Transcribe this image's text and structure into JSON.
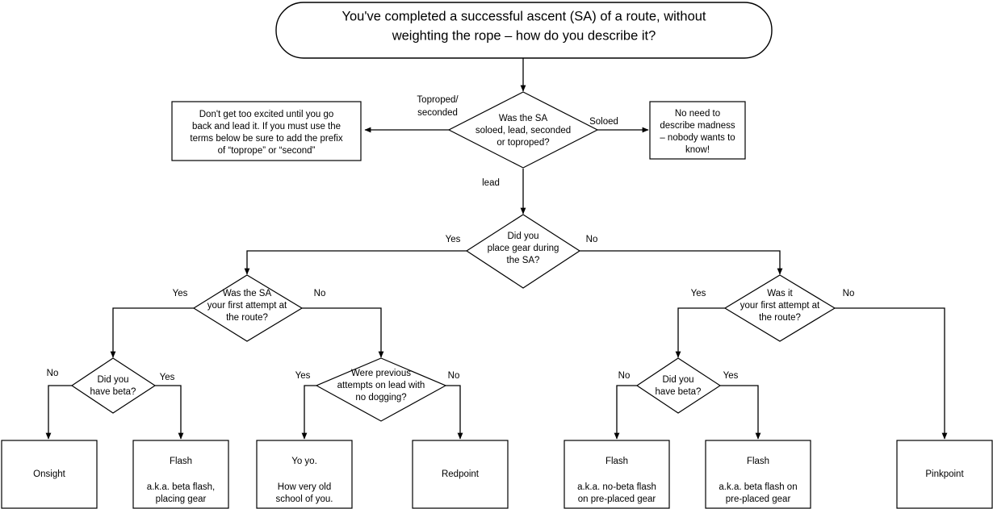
{
  "diagram": {
    "type": "flowchart",
    "title_node": {
      "id": "start",
      "shape": "rounded-rectangle",
      "lines": [
        "You've completed a successful ascent (SA) of a route, without",
        "weighting the rope – how do you describe it?"
      ]
    },
    "decisions": [
      {
        "id": "decision-ascent-style",
        "shape": "diamond",
        "lines": [
          "Was the SA",
          "soloed, lead, seconded",
          "or toproped?"
        ]
      },
      {
        "id": "decision-placed-gear",
        "shape": "diamond",
        "lines": [
          "Did you",
          "place gear during",
          "the SA?"
        ]
      },
      {
        "id": "decision-first-attempt-trad",
        "shape": "diamond",
        "lines": [
          "Was the SA",
          "your first attempt at",
          "the route?"
        ]
      },
      {
        "id": "decision-first-attempt-sport",
        "shape": "diamond",
        "lines": [
          "Was it",
          "your first attempt at",
          "the route?"
        ]
      },
      {
        "id": "decision-beta-trad",
        "shape": "diamond",
        "lines": [
          "Did you",
          "have beta?"
        ]
      },
      {
        "id": "decision-previous-attempts",
        "shape": "diamond",
        "lines": [
          "Were previous",
          "attempts on lead with",
          "no dogging?"
        ]
      },
      {
        "id": "decision-beta-sport",
        "shape": "diamond",
        "lines": [
          "Did you",
          "have beta?"
        ]
      }
    ],
    "boxes": [
      {
        "id": "box-toproped-advice",
        "shape": "rectangle",
        "lines": [
          "Don't get too excited until you go",
          "back and lead it. If you must use the",
          "terms below be sure to add the prefix",
          "of “toprope” or “second”"
        ]
      },
      {
        "id": "box-soloed-madness",
        "shape": "rectangle",
        "lines": [
          "No need to",
          "describe madness",
          "– nobody wants to",
          "know!"
        ]
      },
      {
        "id": "box-onsight",
        "shape": "rectangle",
        "heading": "Onsight",
        "lines": []
      },
      {
        "id": "box-flash-beta-placing-gear",
        "shape": "rectangle",
        "heading": "Flash",
        "lines": [
          "a.k.a. beta flash,",
          "placing gear"
        ]
      },
      {
        "id": "box-yoyo",
        "shape": "rectangle",
        "heading": "Yo yo.",
        "lines": [
          "How very old",
          "school of you."
        ]
      },
      {
        "id": "box-redpoint",
        "shape": "rectangle",
        "heading": "Redpoint",
        "lines": []
      },
      {
        "id": "box-flash-no-beta-preplaced",
        "shape": "rectangle",
        "heading": "Flash",
        "lines": [
          "a.k.a. no-beta flash",
          "on pre-placed gear"
        ]
      },
      {
        "id": "box-flash-beta-preplaced",
        "shape": "rectangle",
        "heading": "Flash",
        "lines": [
          "a.k.a. beta flash on",
          "pre-placed gear"
        ]
      },
      {
        "id": "box-pinkpoint",
        "shape": "rectangle",
        "heading": "Pinkpoint",
        "lines": []
      }
    ],
    "edge_labels": {
      "toproped_seconded_line1": "Toproped/",
      "toproped_seconded_line2": "seconded",
      "soloed": "Soloed",
      "lead": "lead",
      "gear_yes": "Yes",
      "gear_no": "No",
      "first_attempt_trad_yes": "Yes",
      "first_attempt_trad_no": "No",
      "beta_trad_no": "No",
      "beta_trad_yes": "Yes",
      "previous_attempts_yes": "Yes",
      "previous_attempts_no": "No",
      "first_attempt_sport_yes": "Yes",
      "first_attempt_sport_no": "No",
      "beta_sport_no": "No",
      "beta_sport_yes": "Yes"
    },
    "colors": {
      "background": "#ffffff",
      "stroke": "#000000",
      "fill": "#ffffff",
      "text": "#000000"
    }
  }
}
